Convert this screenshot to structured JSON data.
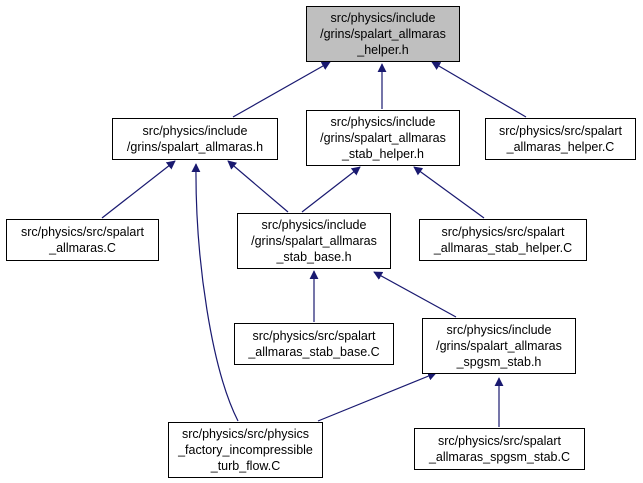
{
  "root": {
    "lines": [
      "src/physics/include",
      "/grins/spalart_allmaras",
      "_helper.h"
    ]
  },
  "spalart_h": {
    "lines": [
      "src/physics/include",
      "/grins/spalart_allmaras.h"
    ]
  },
  "stab_helper_h": {
    "lines": [
      "src/physics/include",
      "/grins/spalart_allmaras",
      "_stab_helper.h"
    ]
  },
  "helper_C": {
    "lines": [
      "src/physics/src/spalart",
      "_allmaras_helper.C"
    ]
  },
  "allmaras_C": {
    "lines": [
      "src/physics/src/spalart",
      "_allmaras.C"
    ]
  },
  "stab_base_h": {
    "lines": [
      "src/physics/include",
      "/grins/spalart_allmaras",
      "_stab_base.h"
    ]
  },
  "stab_helper_C": {
    "lines": [
      "src/physics/src/spalart",
      "_allmaras_stab_helper.C"
    ]
  },
  "stab_base_C": {
    "lines": [
      "src/physics/src/spalart",
      "_allmaras_stab_base.C"
    ]
  },
  "spgsm_h": {
    "lines": [
      "src/physics/include",
      "/grins/spalart_allmaras",
      "_spgsm_stab.h"
    ]
  },
  "factory_C": {
    "lines": [
      "src/physics/src/physics",
      "_factory_incompressible",
      "_turb_flow.C"
    ]
  },
  "spgsm_C": {
    "lines": [
      "src/physics/src/spalart",
      "_allmaras_spgsm_stab.C"
    ]
  },
  "colors": {
    "edge": "#191970",
    "root_fill": "#bfbfbf",
    "node_fill": "#ffffff",
    "border": "#000000"
  }
}
